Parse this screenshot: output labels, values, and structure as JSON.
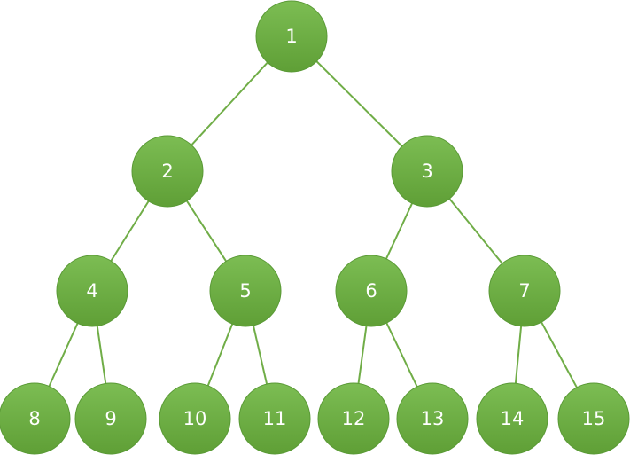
{
  "colors": {
    "node_fill_top": "#7cbd53",
    "node_fill_bottom": "#5f9f36",
    "edge": "#70ad47",
    "label": "#ffffff"
  },
  "tree": {
    "nodes": [
      {
        "id": "1",
        "label": "1"
      },
      {
        "id": "2",
        "label": "2"
      },
      {
        "id": "3",
        "label": "3"
      },
      {
        "id": "4",
        "label": "4"
      },
      {
        "id": "5",
        "label": "5"
      },
      {
        "id": "6",
        "label": "6"
      },
      {
        "id": "7",
        "label": "7"
      },
      {
        "id": "8",
        "label": "8"
      },
      {
        "id": "9",
        "label": "9"
      },
      {
        "id": "10",
        "label": "10"
      },
      {
        "id": "11",
        "label": "11"
      },
      {
        "id": "12",
        "label": "12"
      },
      {
        "id": "13",
        "label": "13"
      },
      {
        "id": "14",
        "label": "14"
      },
      {
        "id": "15",
        "label": "15"
      }
    ],
    "edges": [
      {
        "from": "1",
        "to": "2"
      },
      {
        "from": "1",
        "to": "3"
      },
      {
        "from": "2",
        "to": "4"
      },
      {
        "from": "2",
        "to": "5"
      },
      {
        "from": "3",
        "to": "6"
      },
      {
        "from": "3",
        "to": "7"
      },
      {
        "from": "4",
        "to": "8"
      },
      {
        "from": "4",
        "to": "9"
      },
      {
        "from": "5",
        "to": "10"
      },
      {
        "from": "5",
        "to": "11"
      },
      {
        "from": "6",
        "to": "12"
      },
      {
        "from": "6",
        "to": "13"
      },
      {
        "from": "7",
        "to": "14"
      },
      {
        "from": "7",
        "to": "15"
      }
    ]
  }
}
